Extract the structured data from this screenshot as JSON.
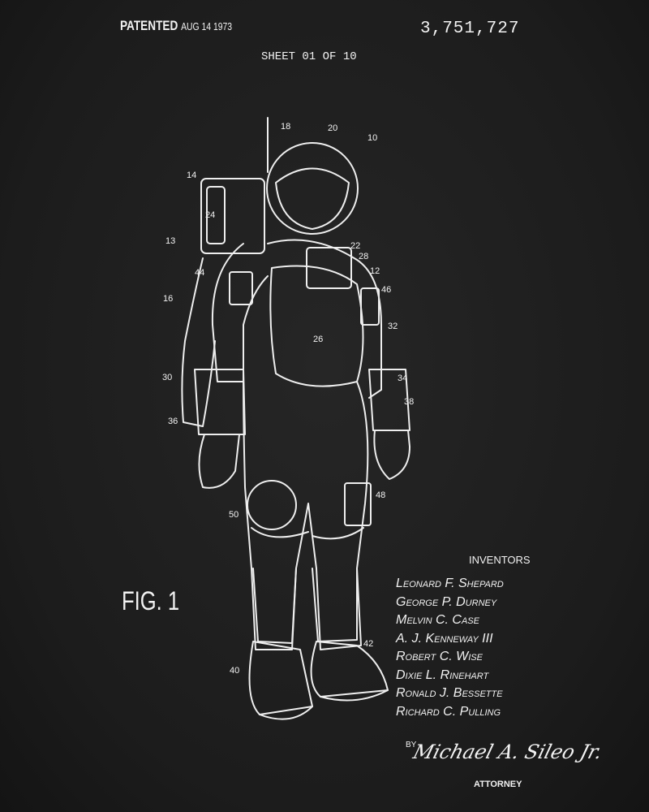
{
  "header": {
    "patented_label": "PATENTED",
    "patented_date": "AUG 14 1973",
    "patent_number": "3,751,727",
    "sheet": "SHEET  01 OF 10"
  },
  "figure_label": "FIG. 1",
  "reference_numerals": {
    "n18": "18",
    "n20": "20",
    "n10": "10",
    "n14": "14",
    "n24": "24",
    "n13": "13",
    "n22": "22",
    "n28": "28",
    "n12": "12",
    "n44": "44",
    "n46": "46",
    "n16": "16",
    "n26": "26",
    "n32": "32",
    "n30": "30",
    "n34": "34",
    "n38": "38",
    "n36": "36",
    "n50": "50",
    "n48": "48",
    "n42": "42",
    "n40": "40"
  },
  "inventors": {
    "heading": "INVENTORS",
    "names": [
      "Leonard F. Shepard",
      "George P. Durney",
      "Melvin C. Case",
      "A. J. Kenneway III",
      "Robert C. Wise",
      "Dixie L. Rinehart",
      "Ronald J. Bessette",
      "Richard C. Pulling"
    ]
  },
  "attorney": {
    "by": "BY",
    "signature": "Michael A. Sileo Jr.",
    "label": "ATTORNEY"
  },
  "colors": {
    "background": "#1e1e1e",
    "ink": "#f2f2f2"
  }
}
